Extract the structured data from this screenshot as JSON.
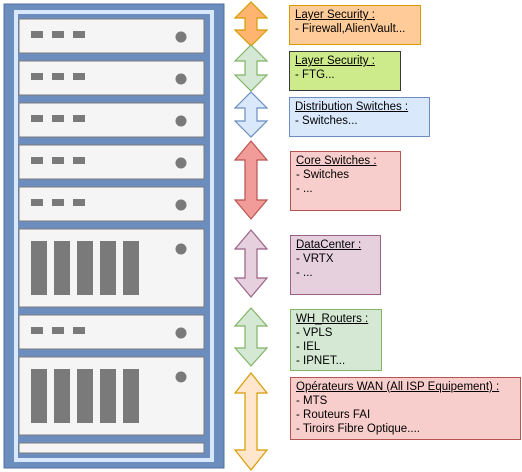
{
  "colors": {
    "rack_frame": "#6c8ebf",
    "rack_inner": "#dae8fc",
    "server_fill": "#f5f5f5",
    "server_stroke": "#7a7a7a"
  },
  "layers": [
    {
      "title": "Layer Security :",
      "items": [
        "- Firewall,AlienVault..."
      ],
      "fill": "#ffcc99",
      "border": "#d79b00",
      "arrow_fill": "#ffb570",
      "arrow_stroke": "#d79b00"
    },
    {
      "title": "Layer  Security :",
      "items": [
        "- FTG..."
      ],
      "fill": "#cdeb8b",
      "border": "#36393d",
      "arrow_fill": "#d5e8d4",
      "arrow_stroke": "#82b366"
    },
    {
      "title": "Distribution  Switches :",
      "items": [
        "- Switches..."
      ],
      "fill": "#dae8fc",
      "border": "#6c8ebf",
      "arrow_fill": "#dae8fc",
      "arrow_stroke": "#6c8ebf"
    },
    {
      "title": "Core Switches :",
      "items": [
        "- Switches",
        "- ..."
      ],
      "fill": "#f8cecc",
      "border": "#b85450",
      "arrow_fill": "#f19c99",
      "arrow_stroke": "#b85450"
    },
    {
      "title": "DataCenter :",
      "items": [
        "- VRTX",
        "- ..."
      ],
      "fill": "#e6d0de",
      "border": "#996185",
      "arrow_fill": "#e6d0de",
      "arrow_stroke": "#996185"
    },
    {
      "title": "WH_Routers :",
      "items": [
        "- VPLS",
        "- IEL",
        "- IPNET..."
      ],
      "fill": "#d5e8d4",
      "border": "#82b366",
      "arrow_fill": "#d5e8d4",
      "arrow_stroke": "#82b366"
    },
    {
      "title": "Opérateurs WAN (All ISP Equipement) :",
      "items": [
        "- MTS",
        "- Routeurs FAI",
        "- Tiroirs Fibre Optique...."
      ],
      "fill": "#f8cecc",
      "border": "#b85450",
      "arrow_fill": "#ffe6cc",
      "arrow_stroke": "#d79b00"
    }
  ]
}
